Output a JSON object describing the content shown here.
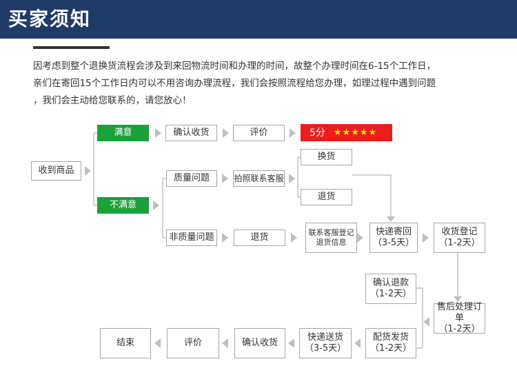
{
  "header": {
    "title": "买家须知"
  },
  "notice": {
    "lines": [
      "因考虑到整个退换货流程会涉及到来回物流时间和办理的时间，故整个办理时间在6-15个工作日，",
      "亲们在寄回15个工作日内可以不用咨询办理流程，我们会按照流程给您办理，如理过程中遇到问题",
      "，我们会主动给您联系的，请您放心！"
    ]
  },
  "flow": {
    "receive": "收到商品",
    "satisfied": "满意",
    "confirm_receipt": "确认收货",
    "review": "评价",
    "rating": {
      "score": "5分",
      "stars": "★★★★★"
    },
    "unsatisfied": "不满意",
    "quality_issue": "质量问题",
    "photo_contact": "拍照联系客服",
    "exchange": "换货",
    "return_goods": "退货",
    "non_quality_issue": "非质量问题",
    "return_goods_2": "退货",
    "contact_register": {
      "line1": "联系客服登记",
      "line2": "退货信息"
    },
    "express_return": {
      "line1": "快递寄回",
      "line2": "（3-5天）"
    },
    "receipt_register": {
      "line1": "收货登记",
      "line2": "（1-2天）"
    },
    "aftersale_order": {
      "line1": "售后处理订单",
      "line2": "（1-2天）"
    },
    "confirm_refund": {
      "line1": "确认退款",
      "line2": "（1-2天）"
    },
    "dispatch": {
      "line1": "配货发货",
      "line2": "（1-2天）"
    },
    "express_delivery": {
      "line1": "快递送货",
      "line2": "（3-5天）"
    },
    "confirm_receipt_2": "确认收货",
    "review_2": "评价",
    "end": "结束"
  },
  "colors": {
    "header_bg": "#1f3b68",
    "green": "#1aa13a",
    "red": "#ee1c1c",
    "star": "#ffee00",
    "line": "#a6a6a6",
    "arrow": "#bfbfbf"
  }
}
